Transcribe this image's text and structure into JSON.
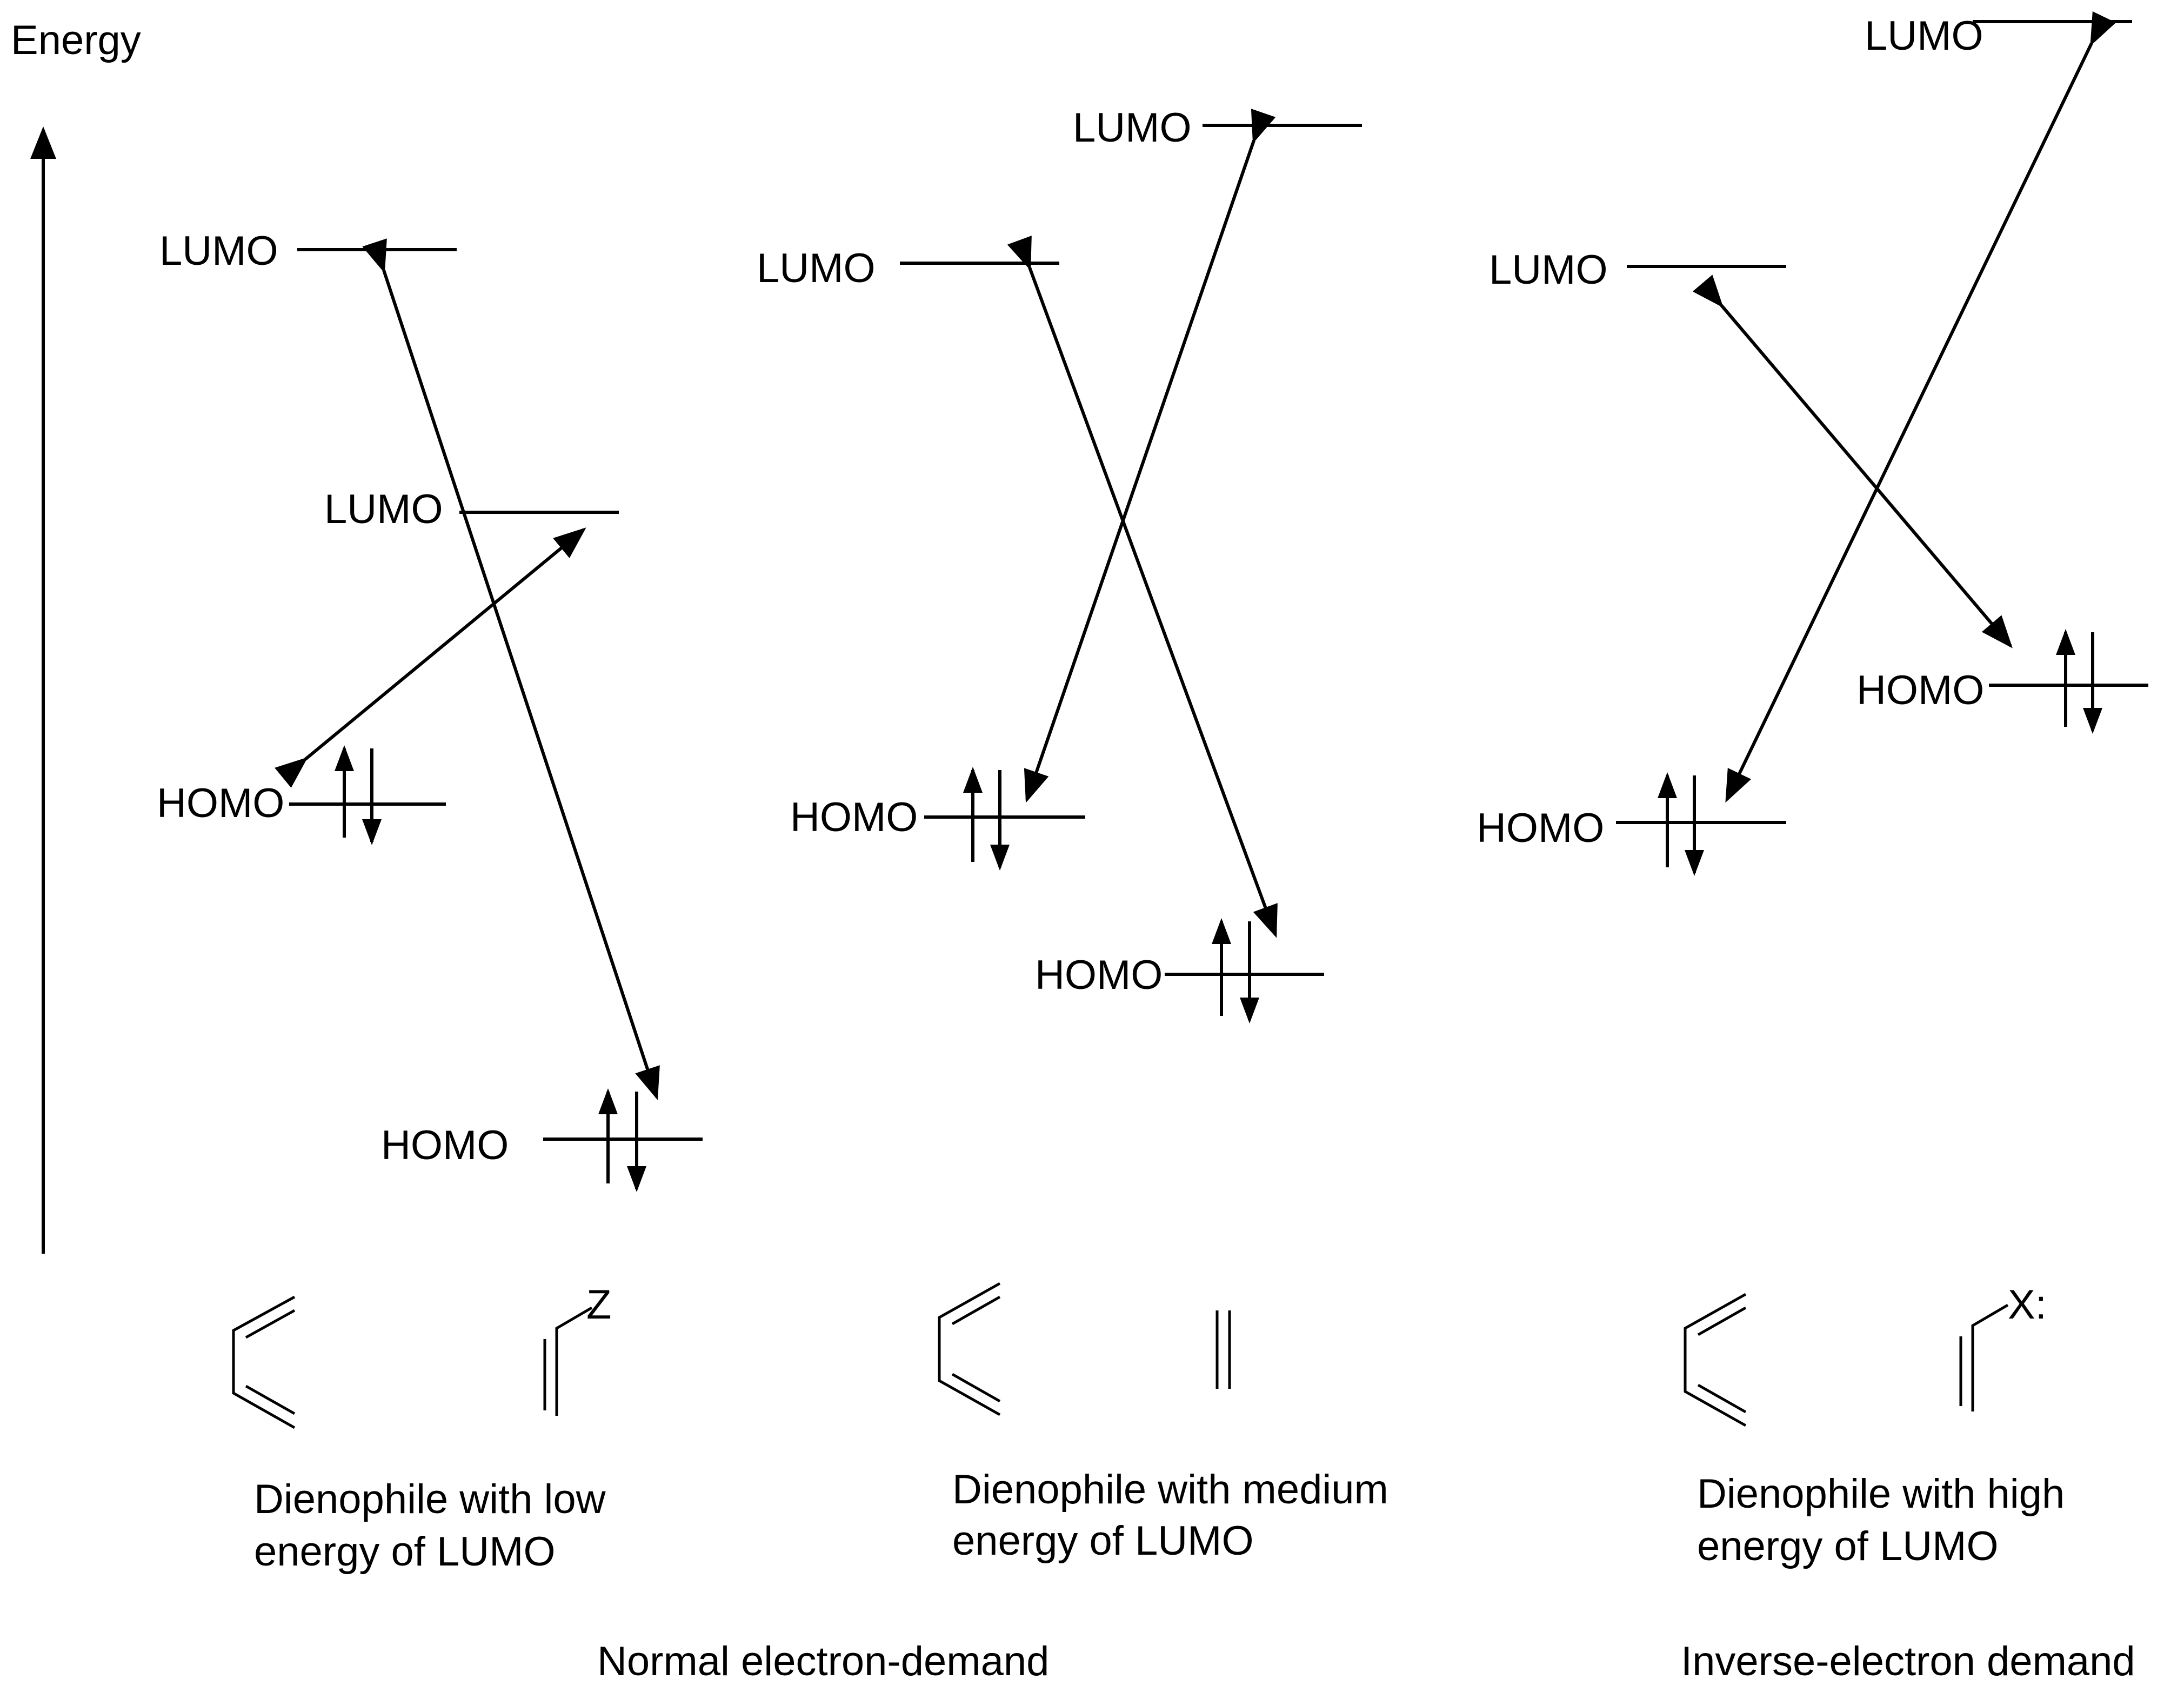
{
  "axis": {
    "label": "Energy"
  },
  "orbital_labels": {
    "lumo": "LUMO",
    "homo": "HOMO"
  },
  "substituents": {
    "z": "Z",
    "x": "X:"
  },
  "captions": {
    "low": [
      "Dienophile with low",
      "energy of  LUMO"
    ],
    "medium": [
      "Dienophile with medium",
      "energy of  LUMO"
    ],
    "high": [
      "Dienophile with high",
      "energy of  LUMO"
    ]
  },
  "footer": {
    "normal": "Normal electron-demand",
    "inverse": "Inverse-electron demand"
  }
}
